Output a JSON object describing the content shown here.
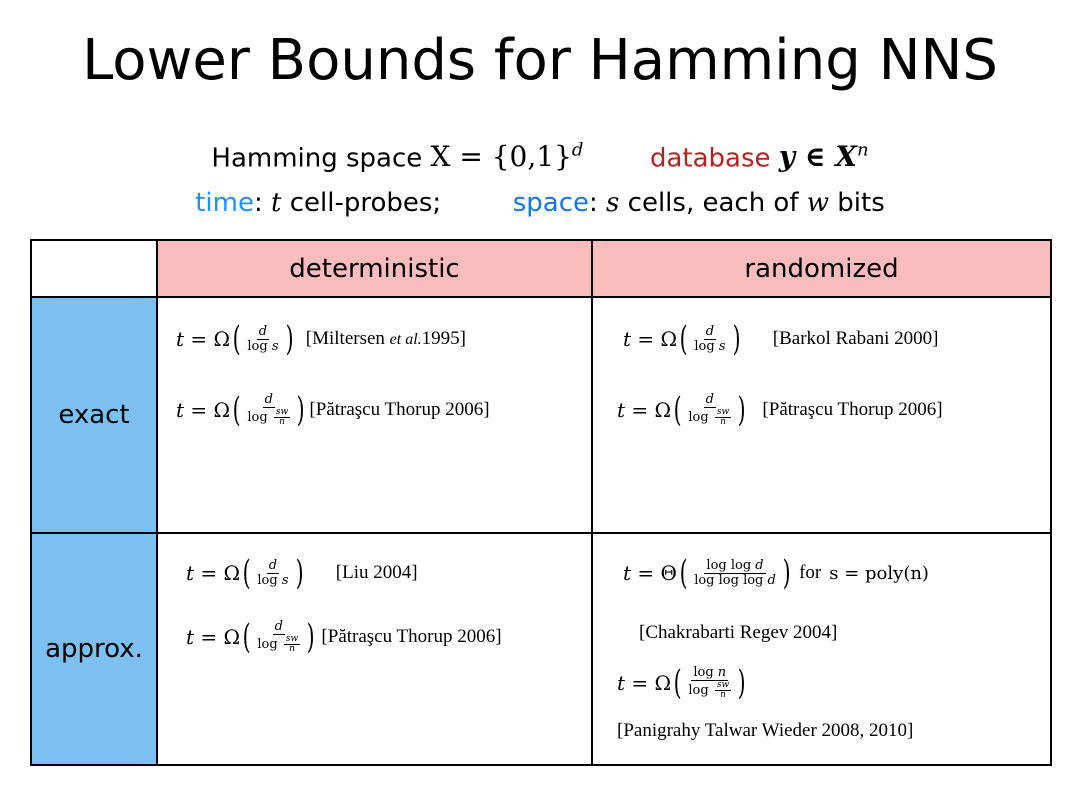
{
  "title": "Lower Bounds for Hamming NNS",
  "line1": {
    "hamming_label": "Hamming space",
    "hamming_math": "X = {0,1}",
    "hamming_exp": "d",
    "database_label": "database",
    "database_math": "y ∈ X",
    "database_exp": "n"
  },
  "line2": {
    "time_label": "time",
    "time_rest_a": ":",
    "time_var": "t",
    "time_rest_b": "cell-probes;",
    "space_label": "space",
    "space_rest_a": ":",
    "space_var": "s",
    "space_rest_b": "cells,  each of",
    "space_var2": "w",
    "space_rest_c": "bits"
  },
  "table": {
    "col_headers": [
      "deterministic",
      "randomized"
    ],
    "row_labels": [
      "exact",
      "approx."
    ],
    "cells": {
      "exact_det_1_cite": "[Miltersen",
      "exact_det_1_etal": "et al.",
      "exact_det_1_year": "1995]",
      "exact_det_2_cite": "[Pătraşcu Thorup 2006]",
      "exact_rand_1_cite": "[Barkol Rabani 2000]",
      "exact_rand_2_cite": "[Pătraşcu Thorup 2006]",
      "approx_det_1_cite": "[Liu 2004]",
      "approx_det_2_cite": "[Pătraşcu Thorup 2006]",
      "approx_rand_1_for": "for",
      "approx_rand_1_cond": "s = poly(n)",
      "approx_rand_1_cite": "[Chakrabarti Regev 2004]",
      "approx_rand_2_cite": "[Panigrahy Talwar Wieder 2008, 2010]"
    }
  }
}
